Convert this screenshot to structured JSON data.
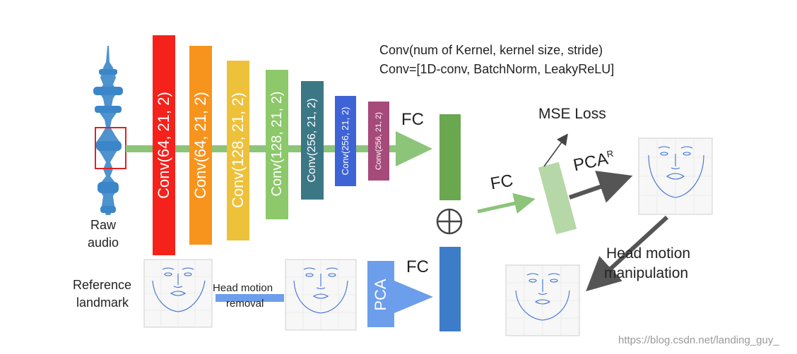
{
  "legend": {
    "line1": "Conv(num of Kernel, kernel size, stride)",
    "line2": "Conv=[1D-conv, BatchNorm, LeakyReLU]"
  },
  "inputs": {
    "raw_audio": [
      "Raw",
      "audio"
    ],
    "reference_landmark": [
      "Reference",
      "landmark"
    ]
  },
  "conv_blocks": [
    {
      "label": "Conv(64, 21, 2)",
      "color": "#f5211b"
    },
    {
      "label": "Conv(64, 21, 2)",
      "color": "#f7941d"
    },
    {
      "label": "Conv(128, 21, 2)",
      "color": "#eec13a"
    },
    {
      "label": "Conv(128, 21, 2)",
      "color": "#8dc86a"
    },
    {
      "label": "Conv(256, 21, 2)",
      "color": "#3b7785"
    },
    {
      "label": "Conv(256, 21, 2)",
      "color": "#3d63d6"
    },
    {
      "label": "Conv(256, 21, 2)",
      "color": "#a64a7a"
    }
  ],
  "labels": {
    "fc_top": "FC",
    "fc_bottom": "FC",
    "fc_mid": "FC",
    "mse_loss": "MSE Loss",
    "pca_r": "PCA",
    "pca_r_sup": "R",
    "head_motion_removal": [
      "Head motion",
      "removal"
    ],
    "pca": "PCA",
    "head_motion_manipulation": [
      "Head motion",
      "manipulation"
    ],
    "concat_symbol": "⊕"
  },
  "watermark": "https://blog.csdn.net/landing_guy_",
  "colors": {
    "green_arrow": "#8cc47a",
    "green_block": "#6aa84f",
    "blue_block": "#3d7cc9",
    "pca_box": "#6d9eeb",
    "pca_r_block": "#b6d7a8",
    "dark_arrow": "#555555"
  }
}
